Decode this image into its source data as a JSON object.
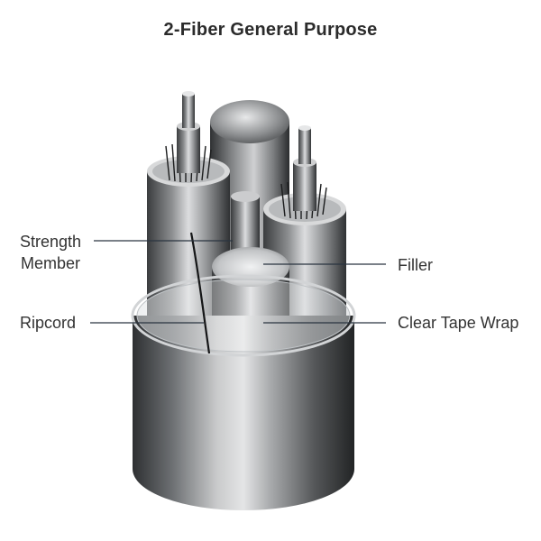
{
  "title": "2-Fiber General Purpose",
  "labels": {
    "strength_member_line1": "Strength",
    "strength_member_line2": "Member",
    "ripcord": "Ripcord",
    "filler": "Filler",
    "clear_tape_wrap": "Clear Tape Wrap"
  },
  "colors": {
    "title": "#2b2b2b",
    "label_text": "#333333",
    "leader_line": "#2a3440",
    "jacket_dark": "#2a2c2e",
    "jacket_light": "#d9dadb"
  }
}
